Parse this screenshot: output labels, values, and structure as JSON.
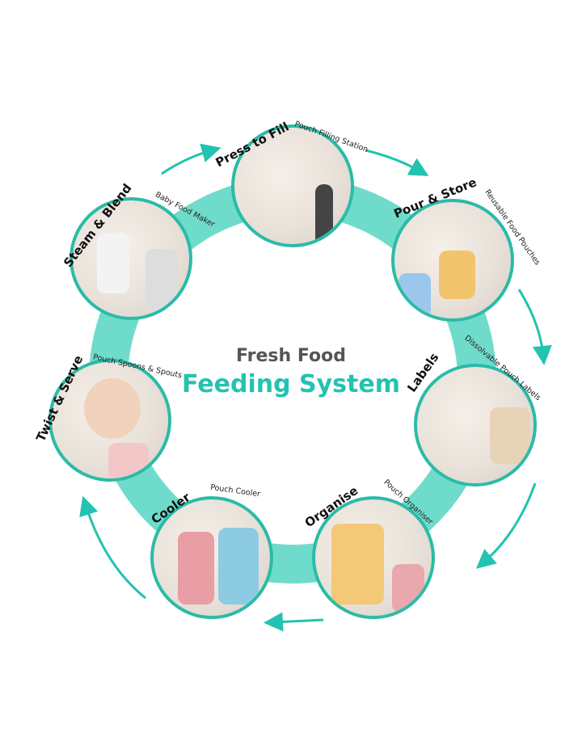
{
  "title": {
    "line1": "Fresh Food",
    "line2": "Feeding System"
  },
  "colors": {
    "accent": "#22c3b0",
    "ring": "#6fdccb",
    "border": "#2bbba8"
  },
  "steps": [
    {
      "name": "Steam & Blend",
      "product": "Baby Food Maker"
    },
    {
      "name": "Press to Fill",
      "product": "Pouch Filling Station"
    },
    {
      "name": "Pour & Store",
      "product": "Reusable Food Pouches"
    },
    {
      "name": "Labels",
      "product": "Dissolvable Pouch Labels"
    },
    {
      "name": "Organise",
      "product": "Pouch Organiser"
    },
    {
      "name": "Cooler",
      "product": "Pouch Cooler"
    },
    {
      "name": "Twist & Serve",
      "product": "Pouch Spoons & Spouts"
    }
  ]
}
